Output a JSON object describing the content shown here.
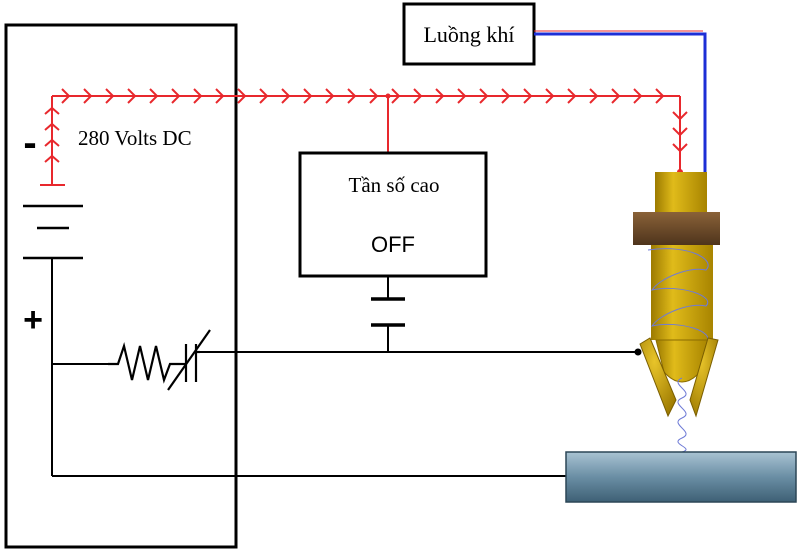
{
  "labels": {
    "gas_flow": "Luồng khí",
    "voltage": "280 Volts DC",
    "minus": "-",
    "plus": "+",
    "hf_title": "Tần số cao",
    "hf_state": "OFF"
  },
  "colors": {
    "wire": "#000000",
    "current_path": "#e8282d",
    "gas_line": "#1c2fd6",
    "torch_body": "#c9a100",
    "torch_collar": "#6b4a2b",
    "workpiece": "#5a7f95",
    "arc_coil": "#6f7bd6"
  },
  "icons": [
    "battery-symbol",
    "resistor-symbol",
    "variable-resistor-symbol",
    "capacitor-symbol",
    "plasma-torch",
    "workpiece-plate"
  ]
}
